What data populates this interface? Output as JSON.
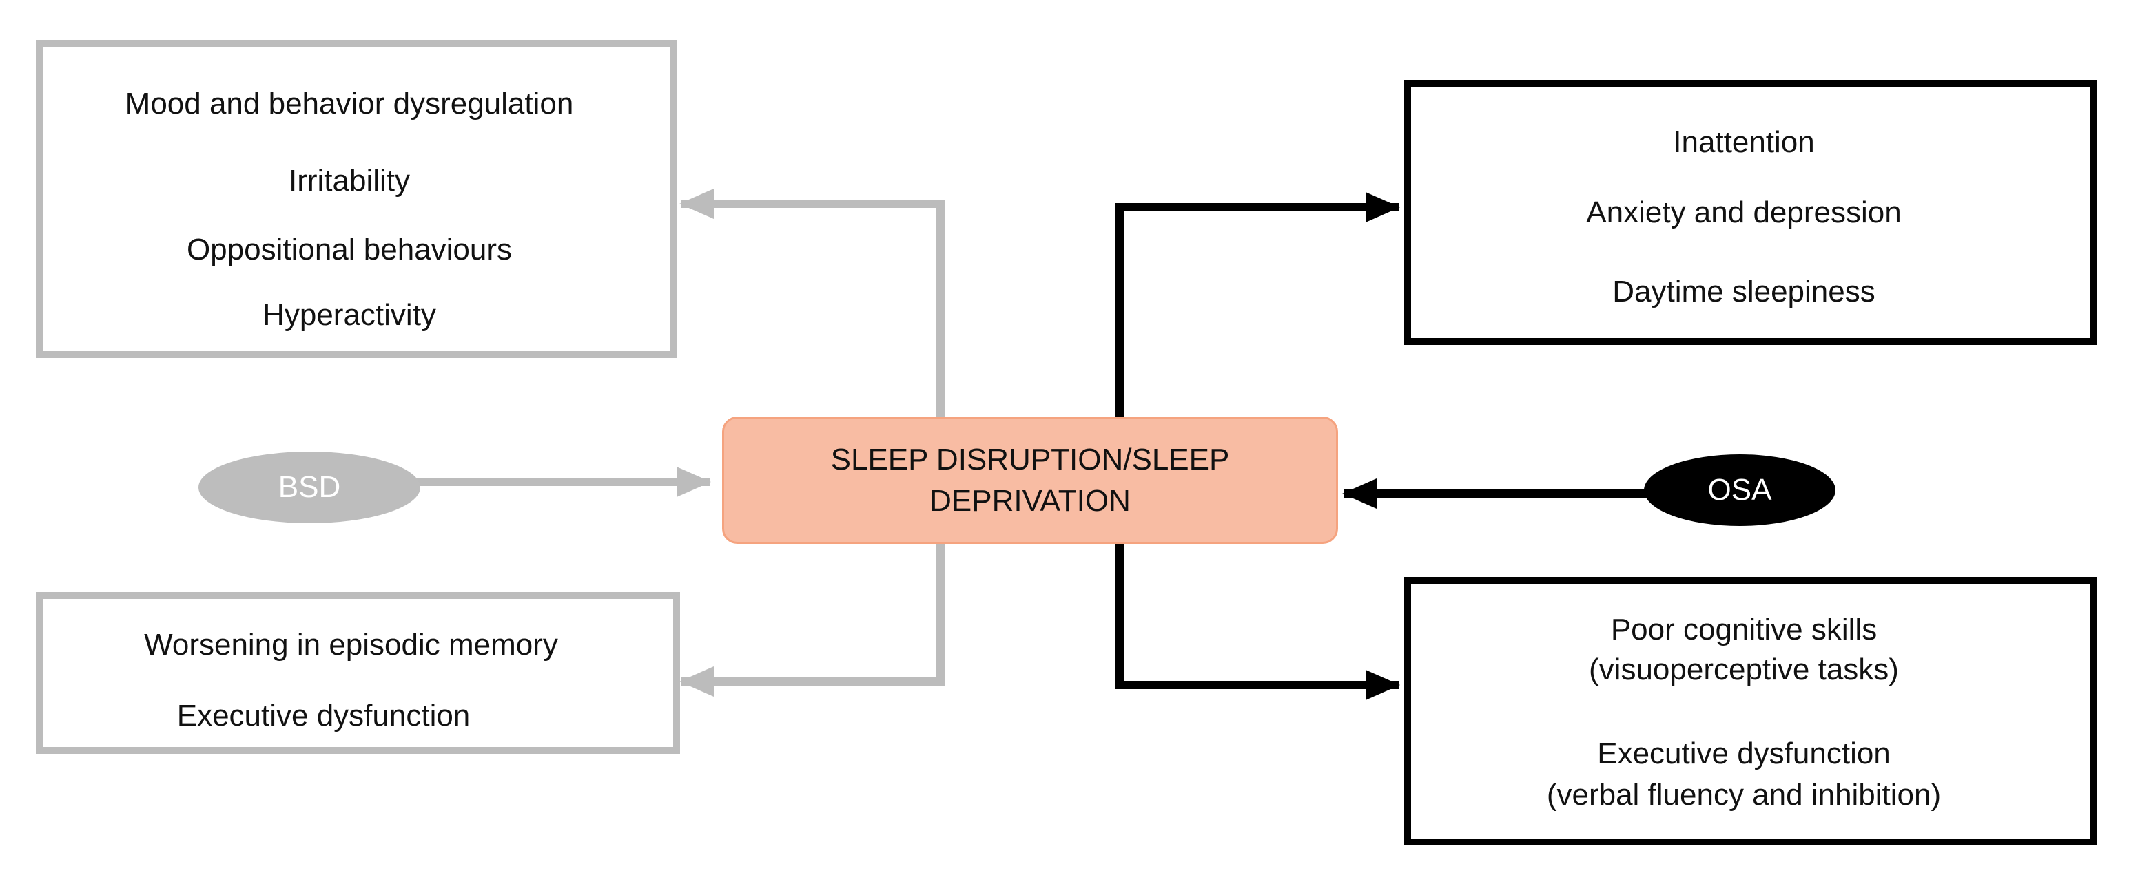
{
  "center_node": {
    "lines": [
      "SLEEP DISRUPTION/SLEEP",
      "DEPRIVATION"
    ],
    "fill_color": "#f8bca3"
  },
  "source_nodes": {
    "bsd": {
      "label": "BSD",
      "color": "#bdbdbd"
    },
    "osa": {
      "label": "OSA",
      "color": "#000000"
    }
  },
  "outcome_boxes": {
    "bsd_top": {
      "border_color": "#bcbcbc",
      "lines": [
        "Mood and behavior dysregulation",
        "Irritability",
        "Oppositional behaviours",
        "Hyperactivity"
      ]
    },
    "bsd_bottom": {
      "border_color": "#bcbcbc",
      "lines": [
        "Worsening in episodic memory",
        "Executive dysfunction"
      ]
    },
    "osa_top": {
      "border_color": "#000000",
      "lines": [
        "Inattention",
        "Anxiety and depression",
        "Daytime sleepiness"
      ]
    },
    "osa_bottom": {
      "border_color": "#000000",
      "lines": [
        "Poor cognitive skills",
        "(visuoperceptive tasks)",
        "Executive dysfunction",
        "(verbal fluency and inhibition)"
      ]
    }
  },
  "connector_colors": {
    "bsd": "#bcbcbc",
    "osa": "#000000"
  }
}
